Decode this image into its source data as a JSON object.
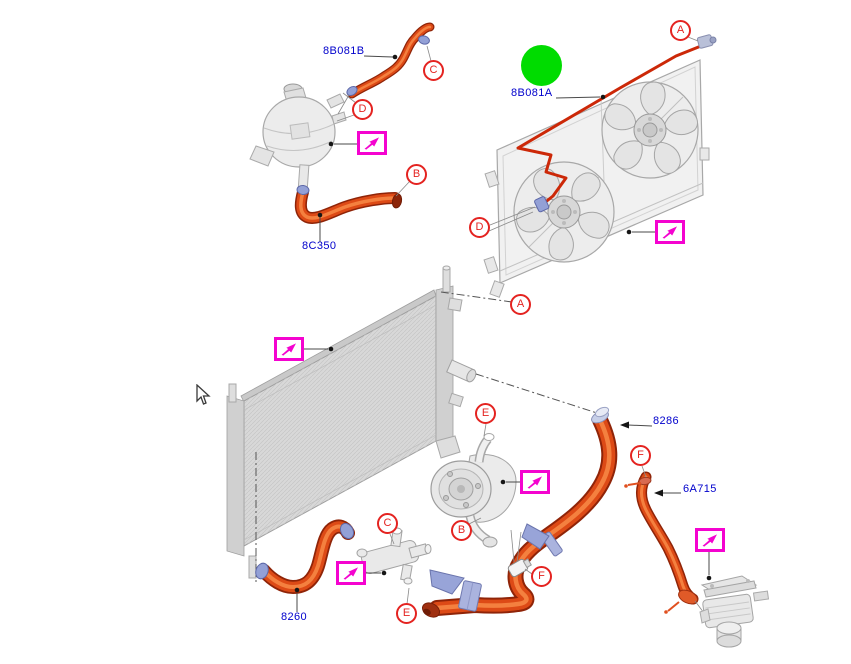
{
  "diagram": {
    "callouts": [
      {
        "letter": "C"
      },
      {
        "letter": "D"
      },
      {
        "letter": "B"
      },
      {
        "letter": "A"
      },
      {
        "letter": "D"
      },
      {
        "letter": "A"
      },
      {
        "letter": "E"
      },
      {
        "letter": "F"
      },
      {
        "letter": "C"
      },
      {
        "letter": "B"
      },
      {
        "letter": "F"
      },
      {
        "letter": "E"
      }
    ],
    "part_labels": [
      {
        "text": "8B081B"
      },
      {
        "text": "8B081A"
      },
      {
        "text": "8C350"
      },
      {
        "text": "8286"
      },
      {
        "text": "6A715"
      },
      {
        "text": "8260"
      }
    ],
    "icons": {
      "link_button": "magenta-arrow-icon",
      "availability": "green-dot-indicator",
      "cursor": "mouse-pointer-icon"
    },
    "colors": {
      "label_blue": "#0000cc",
      "callout_red": "#e42320",
      "hose_orange": "#dd4a16",
      "button_magenta": "#f403cf",
      "indicator_green": "#00dc00"
    }
  }
}
